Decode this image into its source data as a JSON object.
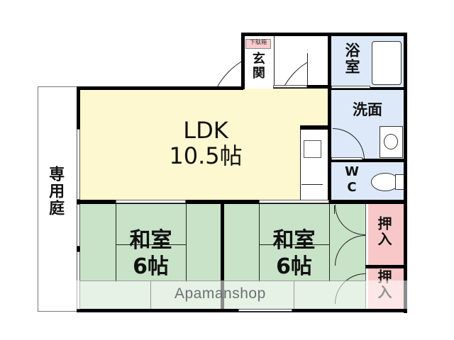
{
  "floorplan": {
    "garden": {
      "label": "専用庭"
    },
    "ldk": {
      "name": "LDK",
      "size": "10.5帖",
      "color": "#fdf8d0"
    },
    "entrance": {
      "label": "玄関",
      "shoe_cabinet": "下駄箱",
      "shoe_cabinet_color": "#f8cccc"
    },
    "bath": {
      "label": "浴室",
      "color": "#dde9f8"
    },
    "washroom": {
      "label": "洗面",
      "color": "#dde9f8"
    },
    "wc": {
      "label_w": "W",
      "label_c": "C",
      "color": "#dde9f8"
    },
    "washitsu_left": {
      "name": "和室",
      "size": "6帖",
      "color": "#c8e3c8"
    },
    "washitsu_right": {
      "name": "和室",
      "size": "6帖",
      "color": "#c8e3c8"
    },
    "closet_upper": {
      "label": "押入",
      "color": "#f8c8c8"
    },
    "closet_lower": {
      "label": "押入",
      "color": "#f8c8c8"
    }
  },
  "watermark": {
    "text": "Apamanshop"
  }
}
